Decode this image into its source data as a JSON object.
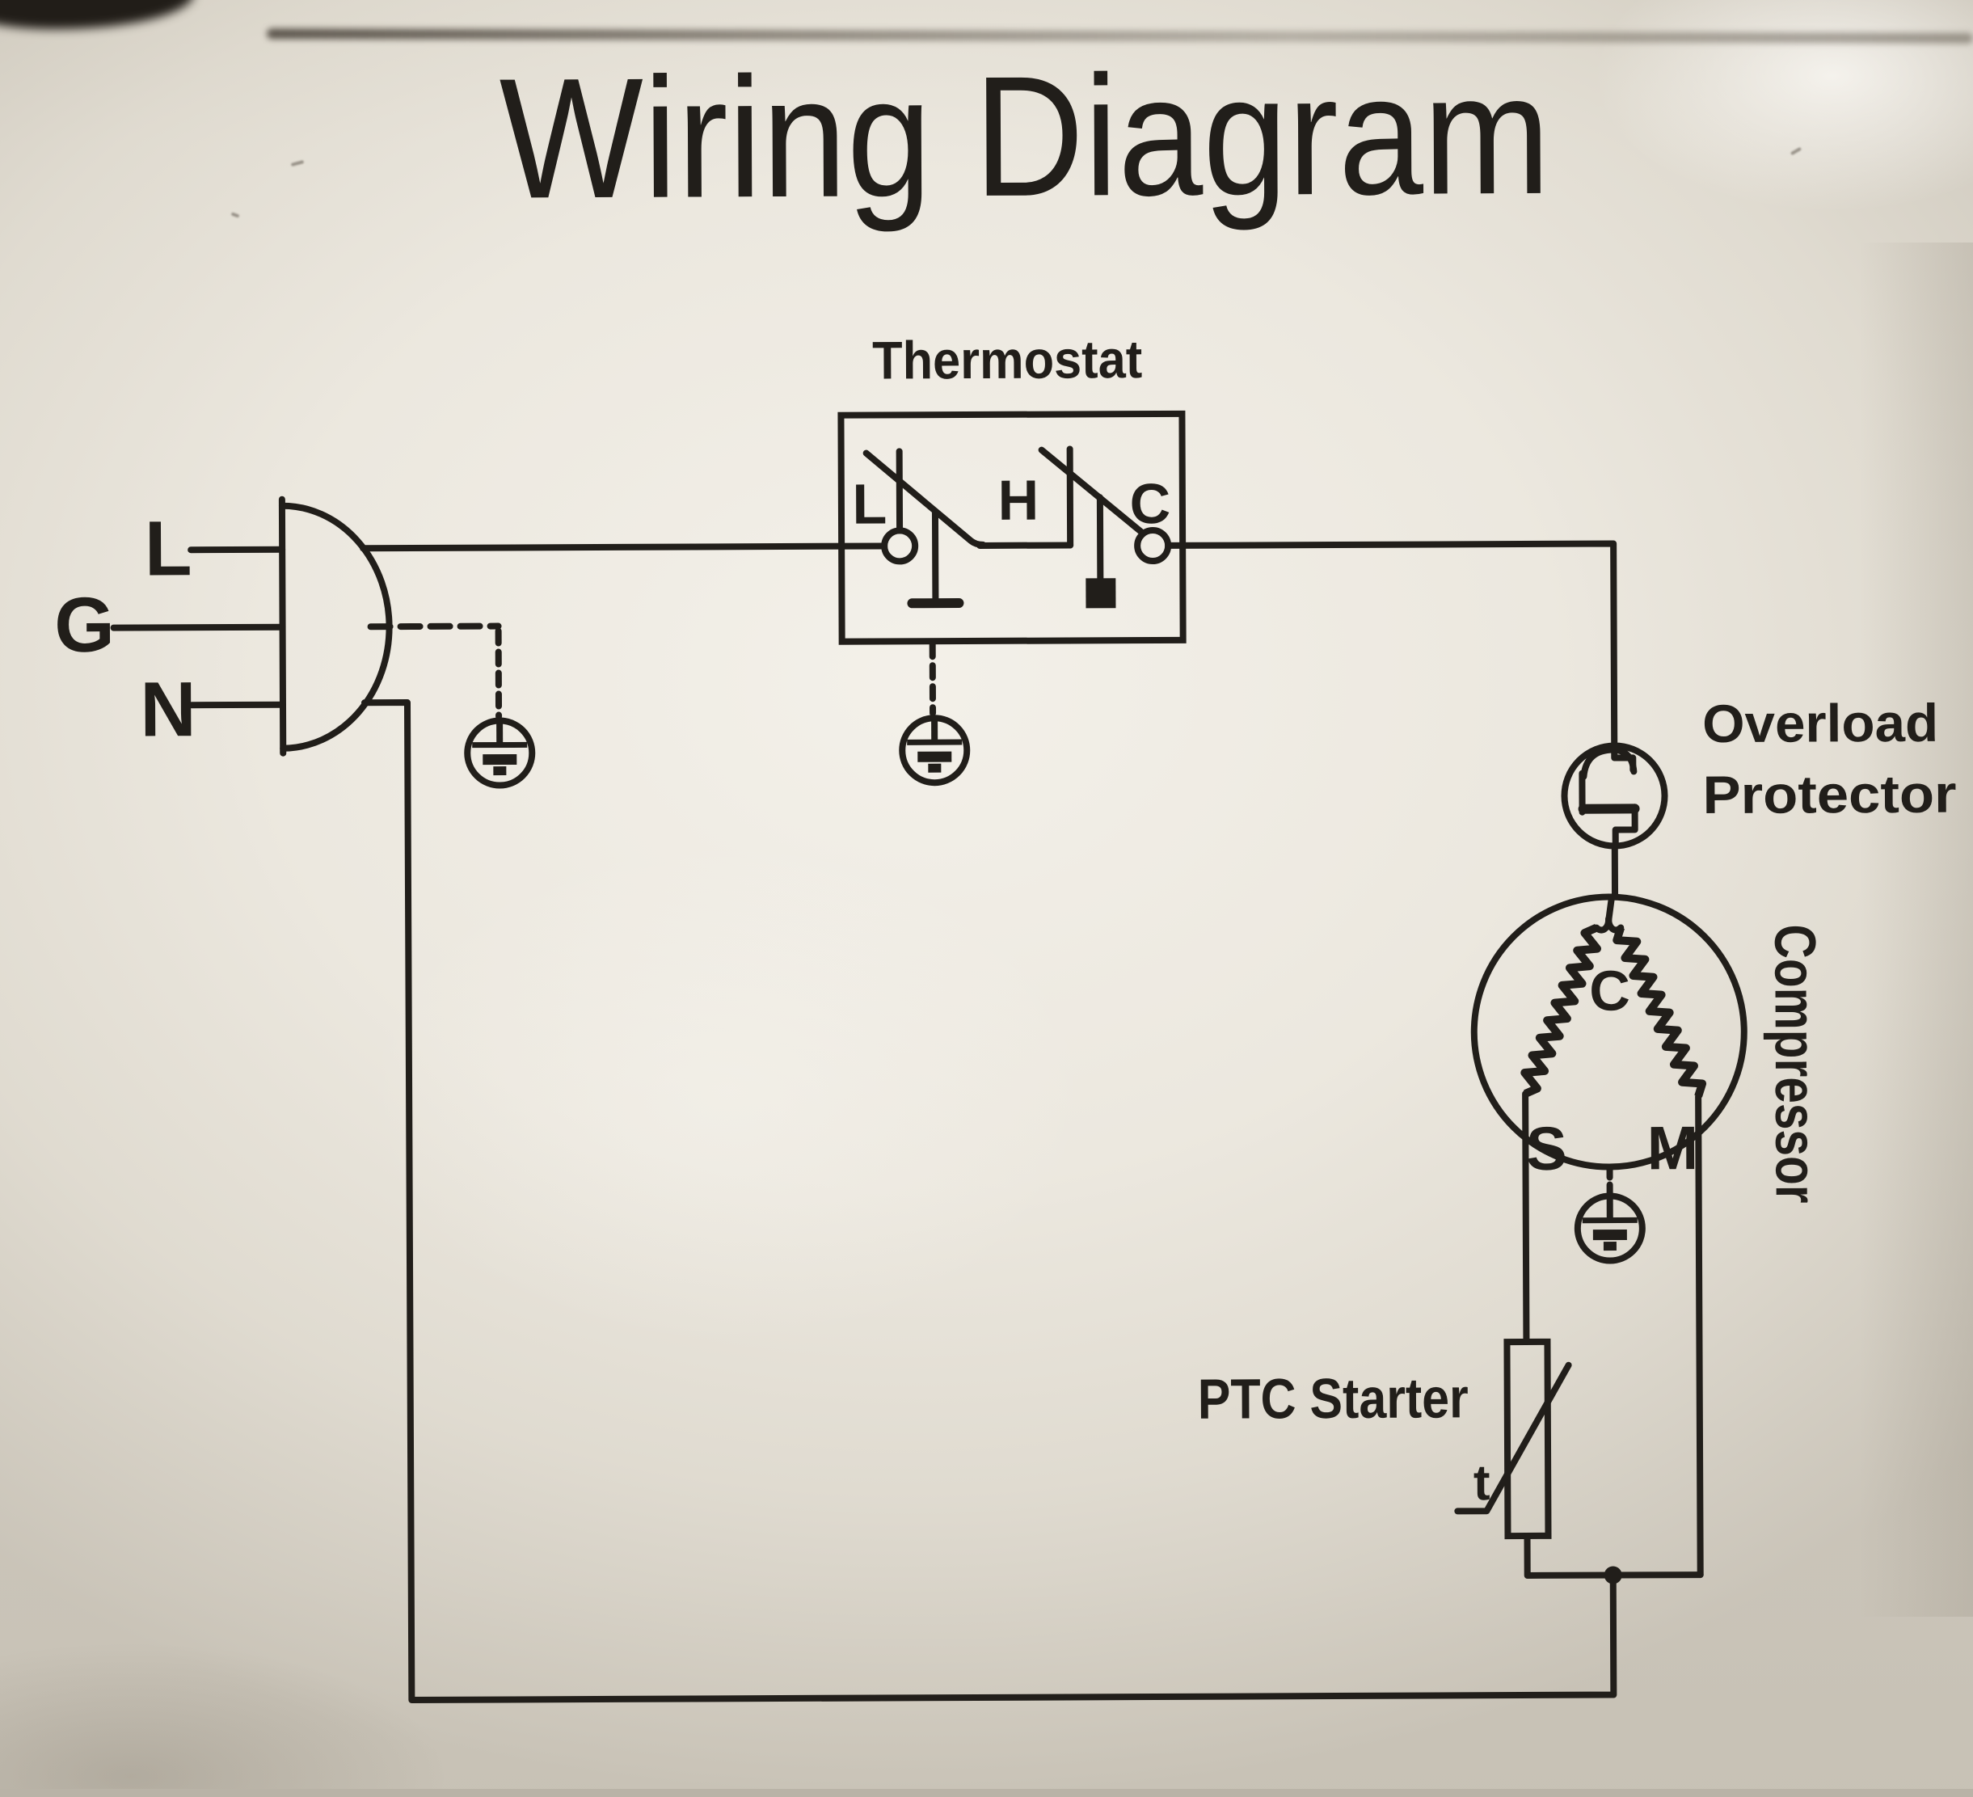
{
  "title": "Wiring Diagram",
  "plug": {
    "line": "L",
    "ground": "G",
    "neutral": "N"
  },
  "thermostat": {
    "label": "Thermostat",
    "terminal_l": "L",
    "terminal_h": "H",
    "terminal_c": "C"
  },
  "overload": {
    "line1": "Overload",
    "line2": "Protector"
  },
  "compressor": {
    "label": "Compressor",
    "terminal_c": "C",
    "terminal_s": "S",
    "terminal_m": "M"
  },
  "ptc": {
    "label": "PTC Starter",
    "thermistor_t": "t"
  },
  "colors": {
    "ink": "#211e1a",
    "paper": "#e9e5dc"
  }
}
